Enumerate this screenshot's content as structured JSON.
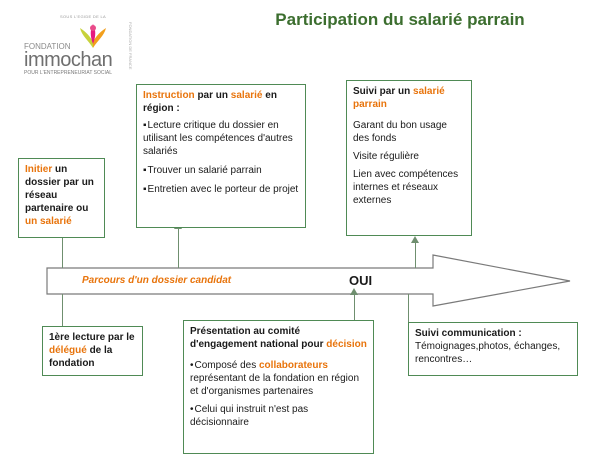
{
  "title": "Participation du salarié parrain",
  "logo": {
    "top_text": "SOUS L'EGIDE DE LA",
    "side_text": "FONDATION DE FRANCE",
    "fondation": "FONDATION",
    "name": "immochan",
    "tagline": "POUR L'ENTREPRENEURIAT SOCIAL",
    "colors": [
      "#c7d23b",
      "#e6197f",
      "#f29f1c",
      "#e94b8a"
    ]
  },
  "arrow_label": "Parcours d'un dossier candidat",
  "oui": "OUI",
  "initier": {
    "part1": "Initier",
    "part2": " un dossier par un réseau partenaire ou ",
    "part3": "un salarié"
  },
  "instruction": {
    "h1": "Instruction",
    "h2": " par un ",
    "h3": "salarié",
    "h4": " en région :",
    "items": [
      "Lecture critique du dossier en utilisant les compétences d'autres salariés",
      "Trouver un salarié parrain",
      "Entretien avec le porteur de projet"
    ]
  },
  "suivi": {
    "h1": "Suivi par un ",
    "h2": "salarié parrain",
    "items": [
      "Garant du bon usage des fonds",
      "Visite régulière",
      "Lien avec compétences internes et réseaux externes"
    ]
  },
  "lecture": {
    "p1": "1ère lecture par le ",
    "p2": "délégué",
    "p3": " de la fondation"
  },
  "presentation": {
    "h1": "Présentation au comité d'engagement national pour ",
    "h2": "décision",
    "b1a": "Composé des ",
    "b1b": "collaborateurs",
    "b1c": " représentant de la fondation en région et d'organismes partenaires",
    "b2": "Celui qui instruit n'est pas décisionnaire"
  },
  "communication": {
    "h": "Suivi communication :",
    "body": "Témoignages,photos, échanges, rencontres…"
  },
  "colors": {
    "title": "#3c6e2f",
    "accent": "#e8740c",
    "border": "#4f8a55"
  }
}
